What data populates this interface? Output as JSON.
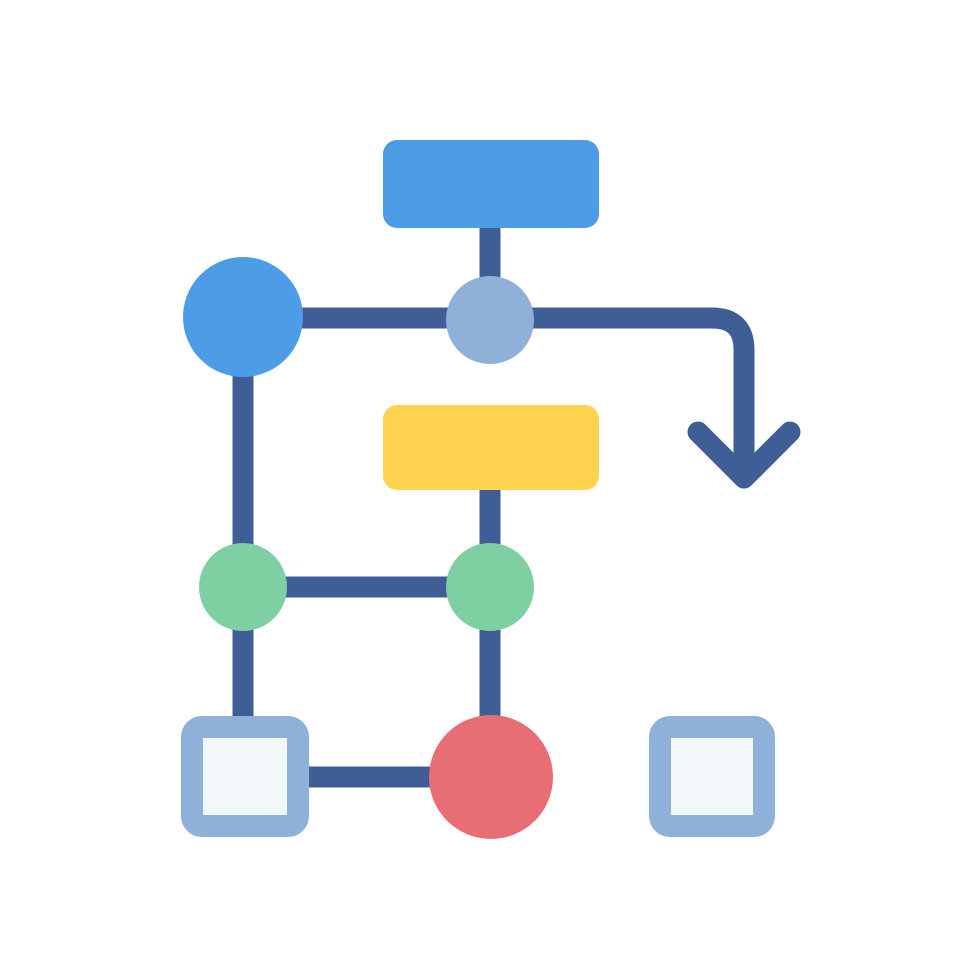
{
  "colors": {
    "background": "#ffffff",
    "connector": "#3F5E96",
    "blue_node": "#4D9DE6",
    "light_blue_node": "#8FB0D8",
    "yellow_node": "#FDD34F",
    "green_node": "#7ECFA1",
    "red_node": "#E86E75",
    "square_border": "#8FB0D8",
    "square_fill": "#F2F7FA"
  },
  "diagram": {
    "type": "flowchart",
    "nodes": [
      {
        "id": "top-rect",
        "shape": "rectangle",
        "color": "blue_node"
      },
      {
        "id": "junction-top",
        "shape": "circle",
        "color": "light_blue_node"
      },
      {
        "id": "start-circle",
        "shape": "circle",
        "color": "blue_node"
      },
      {
        "id": "middle-rect",
        "shape": "rectangle",
        "color": "yellow_node"
      },
      {
        "id": "green-left",
        "shape": "circle",
        "color": "green_node"
      },
      {
        "id": "green-right",
        "shape": "circle",
        "color": "green_node"
      },
      {
        "id": "square-left",
        "shape": "square",
        "color": "square_border"
      },
      {
        "id": "red-circle",
        "shape": "circle",
        "color": "red_node"
      },
      {
        "id": "square-right",
        "shape": "square",
        "color": "square_border"
      }
    ],
    "edges": [
      {
        "from": "top-rect",
        "to": "junction-top"
      },
      {
        "from": "start-circle",
        "to": "junction-top"
      },
      {
        "from": "junction-top",
        "to": "exit",
        "arrow": "down"
      },
      {
        "from": "start-circle",
        "to": "green-left"
      },
      {
        "from": "green-left",
        "to": "green-right"
      },
      {
        "from": "middle-rect",
        "to": "green-right"
      },
      {
        "from": "green-left",
        "to": "square-left"
      },
      {
        "from": "green-right",
        "to": "red-circle"
      },
      {
        "from": "square-left",
        "to": "red-circle"
      }
    ]
  }
}
